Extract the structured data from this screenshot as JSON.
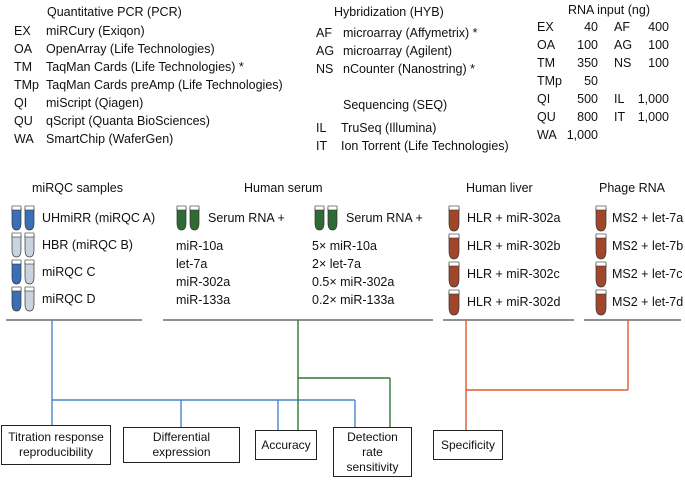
{
  "pcr": {
    "title": "Quantitative PCR (PCR)",
    "items": [
      {
        "code": "EX",
        "name": "miRCury (Exiqon)"
      },
      {
        "code": "OA",
        "name": "OpenArray (Life Technologies)"
      },
      {
        "code": "TM",
        "name": "TaqMan Cards (Life Technologies) *"
      },
      {
        "code": "TMp",
        "name": "TaqMan Cards preAmp (Life Technologies)"
      },
      {
        "code": "QI",
        "name": "miScript (Qiagen)"
      },
      {
        "code": "QU",
        "name": "qScript (Quanta BioSciences)"
      },
      {
        "code": "WA",
        "name": "SmartChip (WaferGen)"
      }
    ]
  },
  "hyb": {
    "title": "Hybridization (HYB)",
    "items": [
      {
        "code": "AF",
        "name": "microarray (Affymetrix) *"
      },
      {
        "code": "AG",
        "name": "microarray (Agilent)"
      },
      {
        "code": "NS",
        "name": "nCounter (Nanostring) *"
      }
    ]
  },
  "seq": {
    "title": "Sequencing (SEQ)",
    "items": [
      {
        "code": "IL",
        "name": "TruSeq (Illumina)"
      },
      {
        "code": "IT",
        "name": "Ion Torrent (Life Technologies)"
      }
    ]
  },
  "rna_input": {
    "title": "RNA input (ng)",
    "left": [
      {
        "code": "EX",
        "value": "40"
      },
      {
        "code": "OA",
        "value": "100"
      },
      {
        "code": "TM",
        "value": "350"
      },
      {
        "code": "TMp",
        "value": "50"
      },
      {
        "code": "QI",
        "value": "500"
      },
      {
        "code": "QU",
        "value": "800"
      },
      {
        "code": "WA",
        "value": "1,000"
      }
    ],
    "right": [
      {
        "code": "AF",
        "value": "400"
      },
      {
        "code": "AG",
        "value": "100"
      },
      {
        "code": "NS",
        "value": "100"
      },
      {
        "code": "IL",
        "value": "1,000"
      },
      {
        "code": "IT",
        "value": "1,000"
      }
    ]
  },
  "samples": {
    "mirqc": {
      "title": "miRQC samples",
      "items": [
        "UHmiRR (miRQC A)",
        "HBR (miRQC B)",
        "miRQC C",
        "miRQC D"
      ]
    },
    "serum": {
      "title": "Human serum",
      "label_a": "Serum RNA +",
      "label_b": "Serum RNA +",
      "col_a": [
        "miR-10a",
        "let-7a",
        "miR-302a",
        "miR-133a"
      ],
      "col_b": [
        "5× miR-10a",
        "2× let-7a",
        "0.5× miR-302a",
        "0.2× miR-133a"
      ]
    },
    "liver": {
      "title": "Human liver",
      "items": [
        "HLR + miR-302a",
        "HLR + miR-302b",
        "HLR + miR-302c",
        "HLR + miR-302d"
      ]
    },
    "phage": {
      "title": "Phage RNA",
      "items": [
        "MS2 + let-7a",
        "MS2 + let-7b",
        "MS2 + let-7c",
        "MS2 + let-7d"
      ]
    }
  },
  "outcomes": {
    "titration": "Titration response reproducibility",
    "differential": "Differential expression",
    "accuracy": "Accuracy",
    "detection": "Detection rate sensitivity",
    "specificity": "Specificity"
  },
  "colors": {
    "blue": "#4a86c8",
    "green": "#2e7a36",
    "orange": "#e0582e",
    "tube_blue": "#3a6fb8",
    "tube_grey": "#c9d3e0",
    "tube_green": "#2f6b35",
    "tube_brown": "#a0462a"
  }
}
